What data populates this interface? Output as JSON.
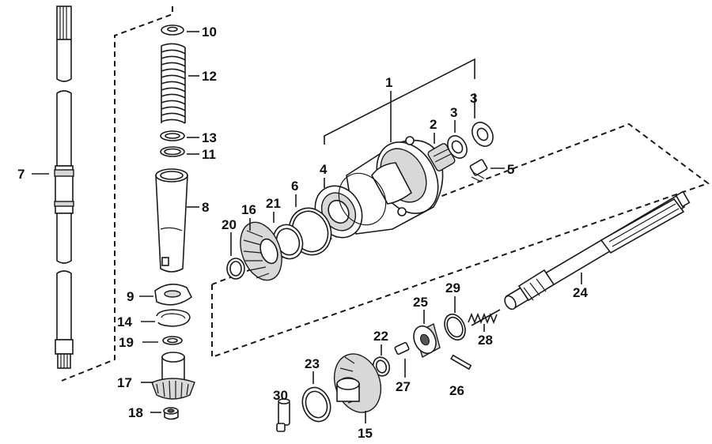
{
  "labels": {
    "p1": "1",
    "p2": "2",
    "p3a": "3",
    "p3b": "3",
    "p4": "4",
    "p5": "5",
    "p6": "6",
    "p7": "7",
    "p8": "8",
    "p9": "9",
    "p10": "10",
    "p11": "11",
    "p12": "12",
    "p13": "13",
    "p14": "14",
    "p15": "15",
    "p16": "16",
    "p17": "17",
    "p18": "18",
    "p19": "19",
    "p20": "20",
    "p21": "21",
    "p22": "22",
    "p23": "23",
    "p24": "24",
    "p25": "25",
    "p26": "26",
    "p27": "27",
    "p28": "28",
    "p29": "29",
    "p30": "30"
  }
}
